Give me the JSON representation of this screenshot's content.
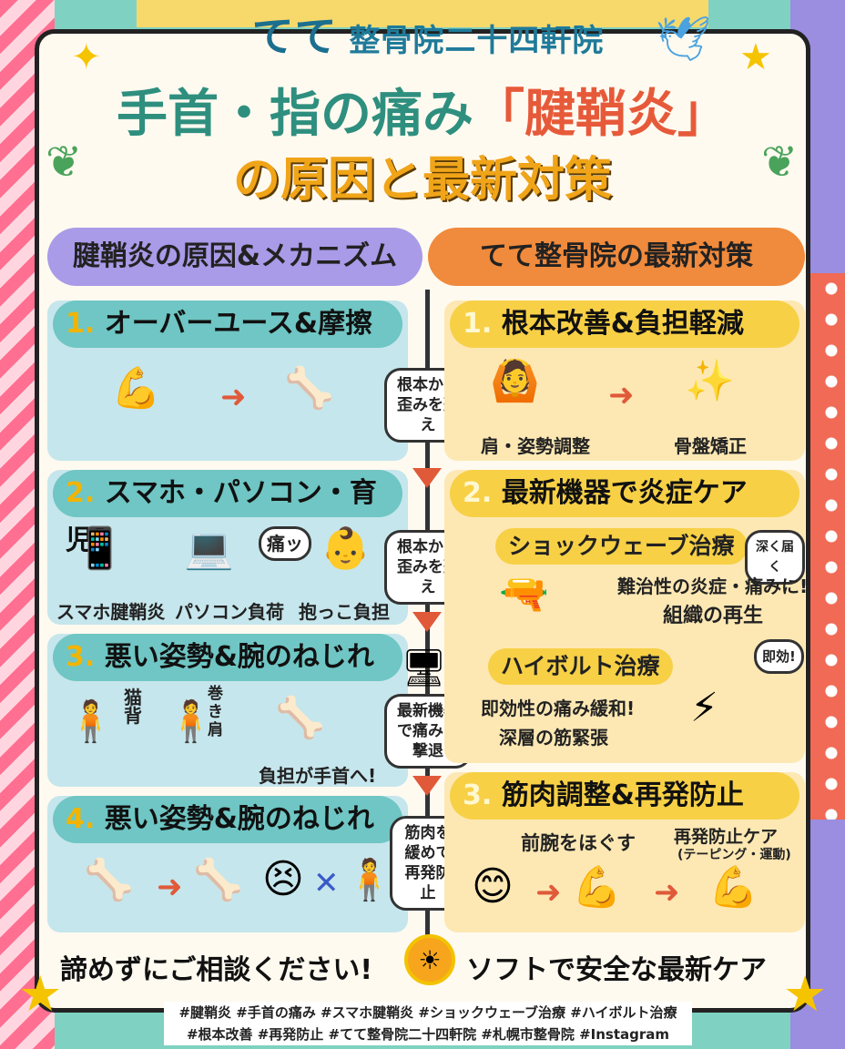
{
  "brand": {
    "te": "てて",
    "name": "整骨院二十四軒院"
  },
  "title": {
    "line1a": "手首・指の痛み",
    "line1b": "「腱鞘炎」",
    "line2": "の原因と最新対策"
  },
  "left_header": "腱鞘炎の原因&メカニズム",
  "right_header": "てて整骨院の最新対策",
  "left": {
    "p1": {
      "num": "1.",
      "title": "オーバーユース&摩擦"
    },
    "p2": {
      "num": "2.",
      "title": "スマホ・パソコン・育児",
      "labels": [
        "スマホ腱鞘炎",
        "パソコン負荷",
        "抱っこ負担"
      ],
      "bubble": "痛ッ"
    },
    "p3": {
      "num": "3.",
      "title": "悪い姿勢&腕のねじれ",
      "label_a": "猫背",
      "label_b": "巻き肩",
      "label_c": "負担が手首へ!"
    },
    "p4": {
      "num": "4.",
      "title": "悪い姿勢&腕のねじれ"
    }
  },
  "center": {
    "b1": "根本から歪みを整え",
    "b2": "根本から歪みを整え",
    "b3": "最新機器で痛みを撃退",
    "b4": "筋肉を緩めて再発防止"
  },
  "right": {
    "p1": {
      "num": "1.",
      "title": "根本改善&負担軽減",
      "labels": [
        "肩・姿勢調整",
        "骨盤矯正"
      ]
    },
    "p2": {
      "num": "2.",
      "title": "最新機器で炎症ケア",
      "shock": "ショックウェーブ治療",
      "shock_bubble": "深く届く",
      "shock_desc1": "難治性の炎症・痛みに!",
      "shock_desc2": "組織の再生",
      "hivolt": "ハイボルト治療",
      "hivolt_bubble": "即効!",
      "hivolt_desc1": "即効性の痛み緩和!",
      "hivolt_desc2": "深層の筋緊張"
    },
    "p3": {
      "num": "3.",
      "title": "筋肉調整&再発防止",
      "label_a": "前腕をほぐす",
      "label_b": "再発防止ケア",
      "label_b2": "(テーピング・運動)"
    }
  },
  "footer": {
    "left": "諦めずにご相談ください!",
    "right": "ソフトで安全な最新ケア"
  },
  "tags": {
    "line1": "#腱鞘炎 #手首の痛み #スマホ腱鞘炎 #ショックウェーブ治療 #ハイボルト治療",
    "line2": "#根本改善 #再発防止 #てて整骨院二十四軒院 #札幌市整骨院 #Instagram"
  }
}
